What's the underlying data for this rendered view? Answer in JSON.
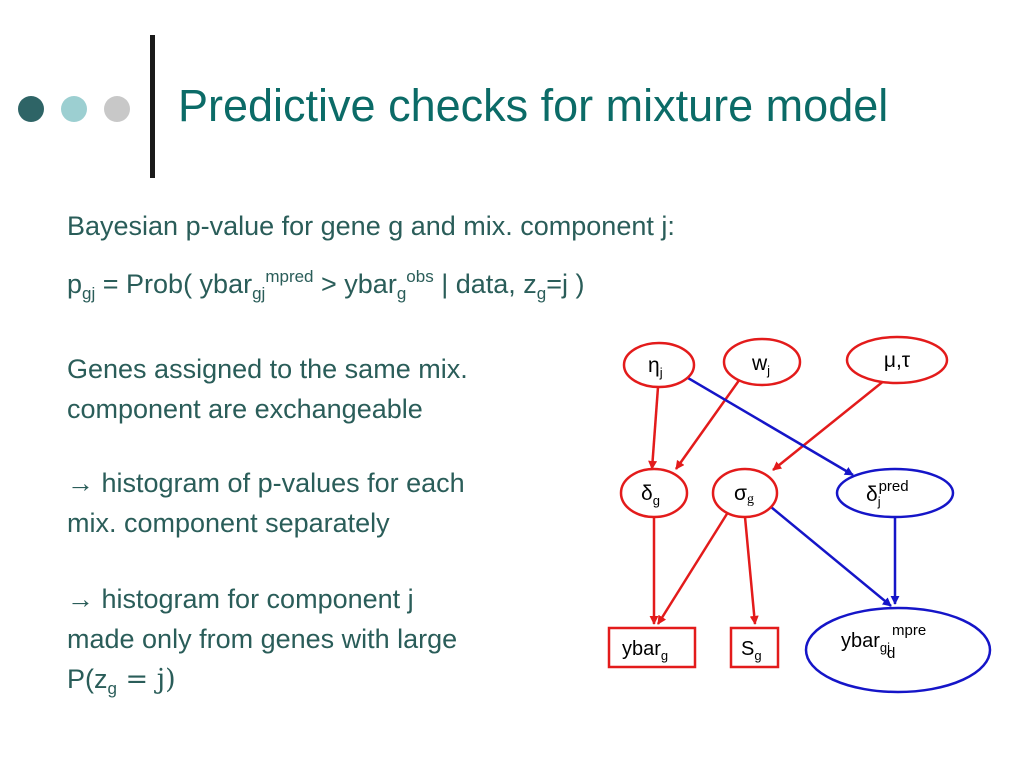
{
  "slide": {
    "title": "Predictive checks for mixture model",
    "bullets": {
      "line1": "Bayesian p-value for gene g and mix. component j:",
      "line2": {
        "p": "p",
        "p_sub": "gj",
        "prob": " = Prob( ybar",
        "ybar_sub": "gj",
        "ybar_sup": "mpred",
        "gt": " > ybar",
        "ybar2_sub": "g",
        "ybar2_sup": "obs",
        "rest": " | data, z",
        "z_sub": "g",
        "end": "=j )"
      },
      "para1": [
        "Genes assigned to the same mix.",
        "component are exchangeable"
      ],
      "para2": [
        "→ histogram of p-values for each",
        "mix. component separately"
      ],
      "para3": [
        "→ histogram for component j",
        "made only from genes with large"
      ],
      "para3_last": {
        "pre": "P(z",
        "sub": "g",
        "post": " = j)"
      }
    }
  },
  "diagram": {
    "colors": {
      "red": "#e31b1b",
      "blue": "#1515c8",
      "title": "#0b6b67",
      "body": "#2a5d59"
    },
    "nodes": {
      "eta": {
        "sym": "η",
        "sub": "j"
      },
      "w": {
        "sym": "w",
        "sub": "j"
      },
      "mutau": {
        "sym": "μ,τ"
      },
      "delta_g": {
        "sym": "δ",
        "sub": "g"
      },
      "sigma_g": {
        "sym": "σ",
        "sub": "g"
      },
      "delta_pred": {
        "sym": "δ",
        "sub": "j",
        "sup": "pred"
      },
      "ybar_g": {
        "sym": "ybar",
        "sub": "g"
      },
      "s_g": {
        "sym": "S",
        "sub": "g"
      },
      "ybar_mpred": {
        "sym": "ybar",
        "sub": "gj",
        "sup": "mpre",
        "extra": "d"
      }
    }
  }
}
